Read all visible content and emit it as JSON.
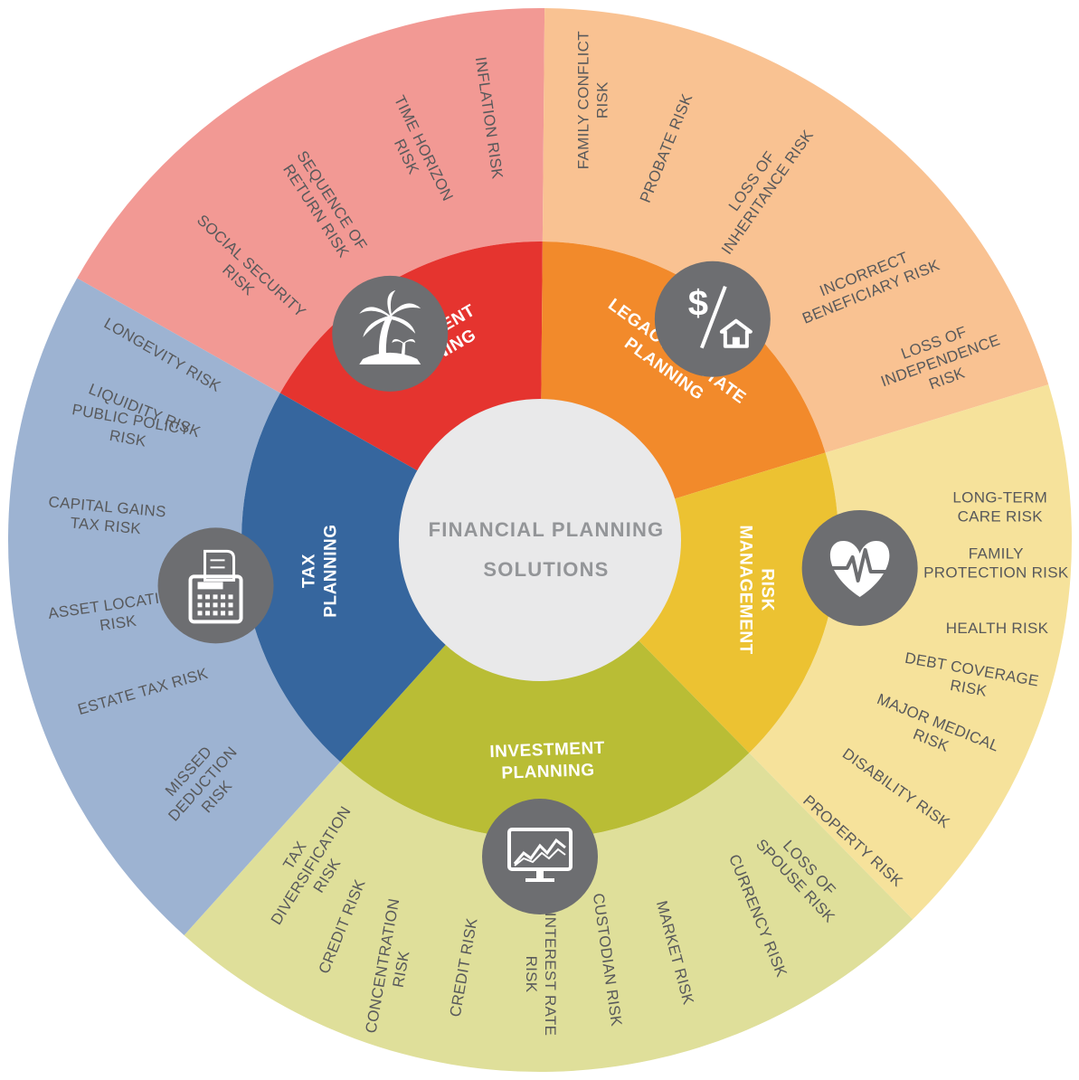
{
  "center": {
    "line1": "FINANCIAL PLANNING",
    "line2": "SOLUTIONS"
  },
  "segments": [
    {
      "id": "retirement",
      "title": [
        "RETIREMENT",
        "PLANNING"
      ],
      "icon": "palm-tree-island-icon",
      "outer_color": "#f29994",
      "inner_color": "#e5342f",
      "risks": [
        [
          "LIQUIDITY RISK"
        ],
        [
          "LONGEVITY RISK"
        ],
        [
          "SOCIAL SECURITY",
          "RISK"
        ],
        [
          "SEQUENCE OF",
          "RETURN RISK"
        ],
        [
          "TIME HORIZON",
          "RISK"
        ],
        [
          "INFLATION RISK"
        ]
      ]
    },
    {
      "id": "legacy",
      "title": [
        "LEGACY & ESTATE",
        "PLANNING"
      ],
      "icon": "dollar-house-icon",
      "outer_color": "#f9c292",
      "inner_color": "#f28a2b",
      "risks": [
        [
          "FAMILY CONFLICT",
          "RISK"
        ],
        [
          "PROBATE RISK"
        ],
        [
          "LOSS OF",
          "INHERITANCE RISK"
        ],
        [
          "INCORRECT",
          "BENEFICIARY RISK"
        ],
        [
          "LOSS OF",
          "INDEPENDENCE",
          "RISK"
        ]
      ]
    },
    {
      "id": "risk-management",
      "title": [
        "RISK",
        "MANAGEMENT"
      ],
      "icon": "heart-pulse-icon",
      "outer_color": "#f6e29b",
      "inner_color": "#ecc232",
      "risks": [
        [
          "LONG-TERM",
          "CARE RISK"
        ],
        [
          "FAMILY",
          "PROTECTION RISK"
        ],
        [
          "HEALTH RISK"
        ],
        [
          "DEBT COVERAGE",
          "RISK"
        ],
        [
          "MAJOR MEDICAL",
          "RISK"
        ],
        [
          "DISABILITY RISK"
        ],
        [
          "PROPERTY RISK"
        ],
        [
          "LOSS OF",
          "SPOUSE RISK"
        ]
      ]
    },
    {
      "id": "investment",
      "title": [
        "INVESTMENT",
        "PLANNING"
      ],
      "icon": "stock-chart-monitor-icon",
      "outer_color": "#dfdf9a",
      "inner_color": "#b9bd35",
      "risks": [
        [
          "CURRENCY RISK"
        ],
        [
          "MARKET RISK"
        ],
        [
          "CUSTODIAN RISK"
        ],
        [
          "INTEREST RATE",
          "RISK"
        ],
        [
          "CREDIT RISK"
        ],
        [
          "CONCENTRATION",
          "RISK"
        ],
        [
          "CREDIT RISK"
        ]
      ]
    },
    {
      "id": "tax",
      "title": [
        "TAX",
        "PLANNING"
      ],
      "icon": "calculator-receipt-icon",
      "outer_color": "#9db3d2",
      "inner_color": "#36669e",
      "risks": [
        [
          "TAX",
          "DIVERSIFICATION",
          "RISK"
        ],
        [
          "MISSED",
          "DEDUCTION",
          "RISK"
        ],
        [
          "ESTATE TAX RISK"
        ],
        [
          "ASSET LOCATION",
          "RISK"
        ],
        [
          "CAPITAL GAINS",
          "TAX RISK"
        ],
        [
          "PUBLIC POLICY",
          "RISK"
        ]
      ]
    }
  ],
  "colors": {
    "center_fill": "#e9e9ea",
    "icon_badge": "#6d6e71"
  }
}
